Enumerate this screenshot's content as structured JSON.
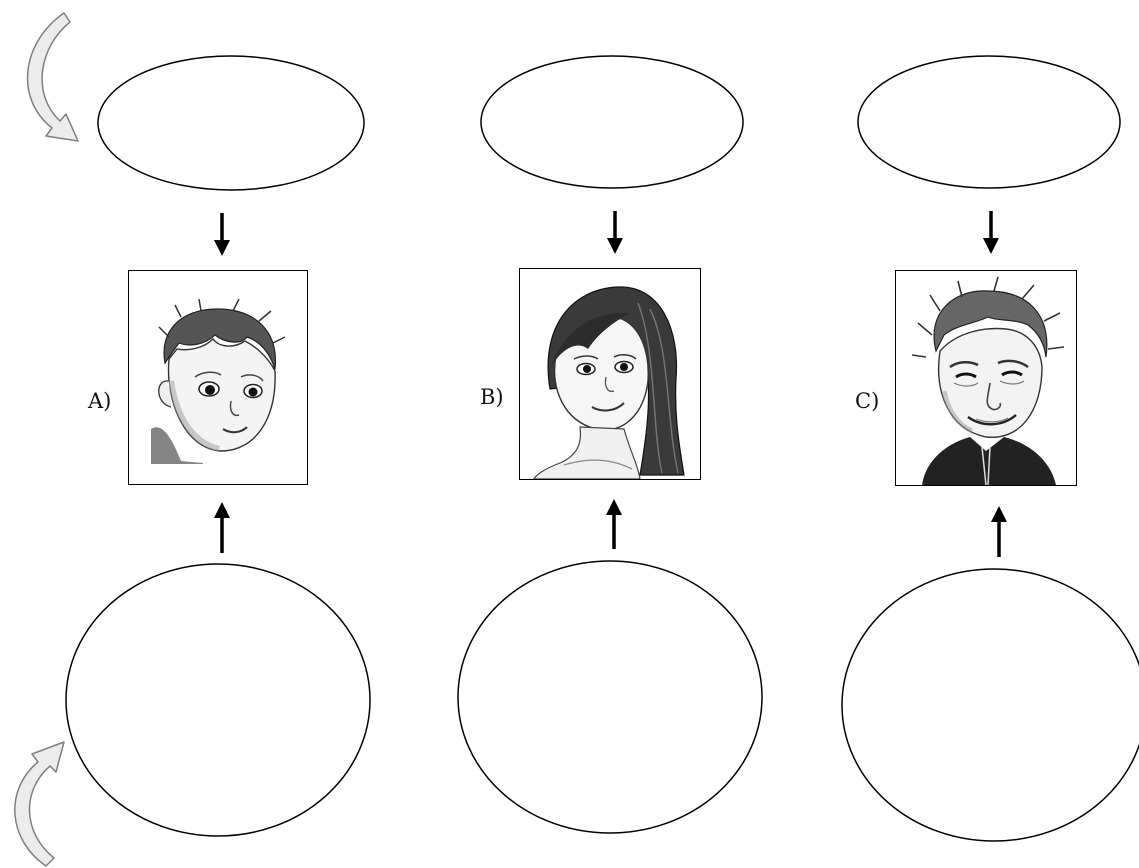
{
  "columns": [
    {
      "id": "a",
      "label": "A)",
      "portrait": "baby-sketch",
      "top_shape": "ellipse",
      "bottom_shape": "circle"
    },
    {
      "id": "b",
      "label": "B)",
      "portrait": "girl-sketch",
      "top_shape": "ellipse",
      "bottom_shape": "circle"
    },
    {
      "id": "c",
      "label": "C)",
      "portrait": "old-man-sketch",
      "top_shape": "ellipse",
      "bottom_shape": "circle"
    }
  ],
  "icons": {
    "top_curved_arrow": "curved-arrow-down-right-icon",
    "bottom_curved_arrow": "curved-arrow-up-right-icon",
    "down_arrow": "arrow-down-icon",
    "up_arrow": "arrow-up-icon"
  },
  "colors": {
    "stroke": "#000000",
    "arrow_outline": "#7f7f7f",
    "arrow_fill": "#e9e9e9"
  }
}
